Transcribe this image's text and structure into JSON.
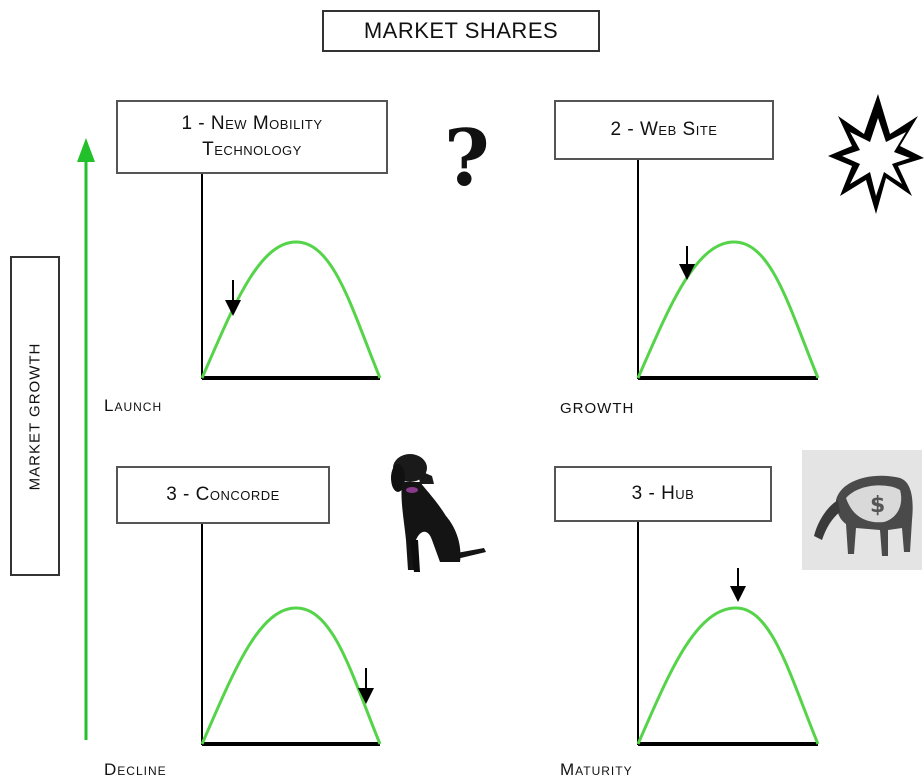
{
  "header": {
    "title": "MARKET SHARES"
  },
  "axis": {
    "label": "MARKET GROWTH"
  },
  "quadrants": [
    {
      "box_line1": "1 - New Mobility",
      "box_line2": "Technology",
      "stage": "Launch",
      "symbol": "question-mark-icon",
      "symbol_text": "?",
      "arrow_position": 0.18
    },
    {
      "box_line1": "2 - Web Site",
      "box_line2": "",
      "stage": "growth",
      "symbol": "star-icon",
      "arrow_position": 0.27
    },
    {
      "box_line1": "3 - Concorde",
      "box_line2": "",
      "stage": "Decline",
      "symbol": "dog-icon",
      "arrow_position": 0.92
    },
    {
      "box_line1": "3 - Hub",
      "box_line2": "",
      "stage": "Maturity",
      "symbol": "cash-cow-icon",
      "arrow_position": 0.55
    }
  ],
  "colors": {
    "curve": "#55d44a",
    "growth_arrow": "#22c02a",
    "axis_lines": "#000000",
    "box_border": "#555555"
  }
}
